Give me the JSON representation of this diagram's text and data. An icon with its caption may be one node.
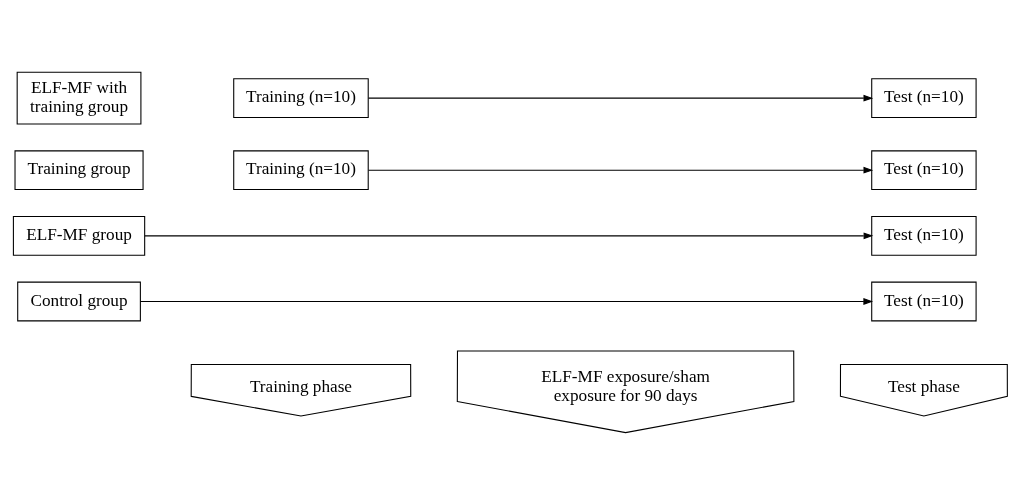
{
  "diagram": {
    "nodes": [
      {
        "text": [
          "Training phase"
        ]
      },
      {
        "text": [
          "ELF-MF exposure/sham exposure for 90 days"
        ]
      },
      {
        "text": [
          "Test phase"
        ]
      },
      {
        "text": [
          "Control group"
        ]
      },
      {
        "text": [
          "Test (n=10)"
        ]
      },
      {
        "text": [
          "ELF-MF group"
        ]
      },
      {
        "text": [
          "Test (n=10)"
        ]
      },
      {
        "text": [
          "Training group"
        ]
      },
      {
        "text": [
          "Training (n=10)"
        ]
      },
      {
        "text": [
          "Test (n=10)"
        ]
      },
      {
        "text": [
          "ELF-MF with training group"
        ]
      },
      {
        "text": [
          "Training (n=10)"
        ]
      },
      {
        "text": [
          "Test (n=10)"
        ]
      }
    ],
    "edges": [
      {
        "from": 3,
        "to": 4,
        "arrow": "to"
      },
      {
        "from": 5,
        "to": 6,
        "arrow": "to"
      },
      {
        "from": 8,
        "to": 9,
        "arrow": "to"
      },
      {
        "from": 11,
        "to": 12,
        "arrow": "to"
      }
    ]
  }
}
